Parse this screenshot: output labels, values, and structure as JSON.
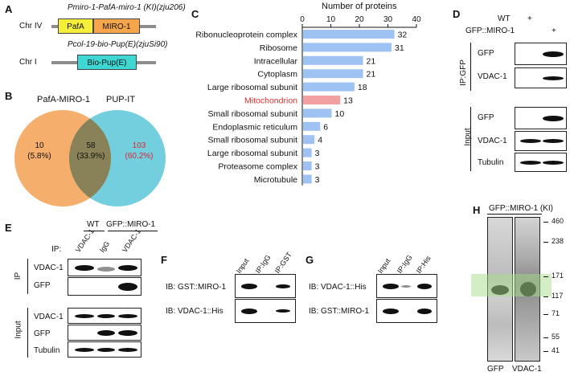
{
  "panels": {
    "A": {
      "label": "A",
      "construct1": {
        "title": "Pmiro-1-PafA-miro-1 (KI)(zju206)",
        "chr": "Chr IV",
        "box1": "PafA",
        "box2": "MIRO-1",
        "box1_color": "#f5ef3a",
        "box2_color": "#f5a64a"
      },
      "construct2": {
        "title": "Pcol-19-bio-Pup(E)(zjuSi90)",
        "chr": "Chr I",
        "box1": "Bio-Pup(E)",
        "box1_color": "#3fd7d3"
      }
    },
    "B": {
      "label": "B",
      "left_title": "PafA-MIRO-1",
      "right_title": "PUP-IT",
      "left_count": "10",
      "left_pct": "(5.8%)",
      "mid_count": "58",
      "mid_pct": "(33.9%)",
      "right_count": "103",
      "right_pct": "(60.2%)",
      "left_color": "#f4a55b",
      "right_color": "#5bc5d8",
      "right_text_color": "#d6283a"
    },
    "C": {
      "label": "C",
      "axis_title": "Number of proteins",
      "highlight_color": "#f2a0a0",
      "highlight_text_color": "#e02a2a",
      "bar_color": "#9ec3f2"
    },
    "D": {
      "label": "D",
      "col_headers": [
        "WT",
        "GFP::MIRO-1"
      ],
      "col_marks": [
        [
          "+",
          ""
        ],
        [
          "",
          "+"
        ]
      ],
      "ip_label": "IP:GFP",
      "input_label": "Input",
      "ip_rows": [
        "GFP",
        "VDAC-1"
      ],
      "input_rows": [
        "GFP",
        "VDAC-1",
        "Tubulin"
      ]
    },
    "E": {
      "label": "E",
      "group_wt": "WT",
      "group_gfp": "GFP::MIRO-1",
      "ip_prefix": "IP:",
      "lanes": [
        "VDAC-1",
        "IgG",
        "VDAC-1"
      ],
      "ip_label": "IP",
      "input_label": "Input",
      "ip_rows": [
        "VDAC-1",
        "GFP"
      ],
      "input_rows": [
        "VDAC-1",
        "GFP",
        "Tubulin"
      ]
    },
    "F": {
      "label": "F",
      "lanes": [
        "Input",
        "IP:IgG",
        "IP:GST"
      ],
      "rows": [
        "IB: GST::MIRO-1",
        "IB: VDAC-1::His"
      ]
    },
    "G": {
      "label": "G",
      "lanes": [
        "Input",
        "IP:IgG",
        "IP:His"
      ],
      "rows": [
        "IB: VDAC-1::His",
        "IB: GST::MIRO-1"
      ]
    },
    "H": {
      "label": "H",
      "title": "GFP::MIRO-1 (KI)",
      "lanes": [
        "GFP",
        "VDAC-1"
      ],
      "markers": [
        "460",
        "238",
        "171",
        "117",
        "71",
        "55",
        "41"
      ],
      "highlight_color": "#a7dc8a"
    }
  },
  "chart_data": {
    "type": "bar",
    "orientation": "horizontal",
    "xlabel": "Number of proteins",
    "xlim": [
      0,
      40
    ],
    "xticks": [
      0,
      10,
      20,
      30,
      40
    ],
    "categories": [
      "Ribonucleoprotein complex",
      "Ribosome",
      "Intracellular",
      "Cytoplasm",
      "Large ribosomal subunit",
      "Mitochondrion",
      "Small ribosomal subunit",
      "Endoplasmic reticulum",
      "Small ribosomal subunit",
      "Large ribosomal subunit",
      "Proteasome complex",
      "Microtubule"
    ],
    "values": [
      32,
      31,
      21,
      21,
      18,
      13,
      10,
      6,
      4,
      3,
      3,
      3
    ],
    "highlight_index": 5
  }
}
